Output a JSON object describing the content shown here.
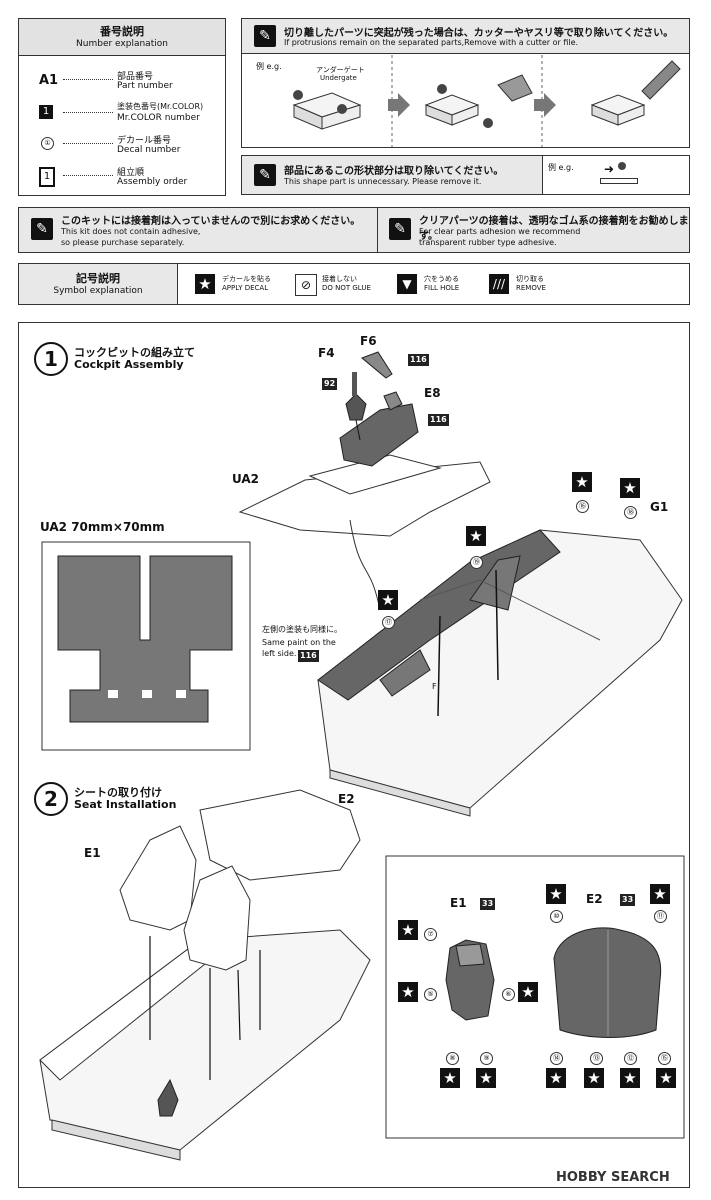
{
  "number_explanation": {
    "title_jp": "番号説明",
    "title_en": "Number explanation",
    "rows": [
      {
        "key": "A1",
        "jp": "部品番号",
        "en": "Part number"
      },
      {
        "key": "1",
        "jp": "塗装色番号(Mr.COLOR)",
        "en": "Mr.COLOR number"
      },
      {
        "key": "①",
        "jp": "デカール番号",
        "en": "Decal number"
      },
      {
        "key": "1",
        "jp": "組立順",
        "en": "Assembly order"
      }
    ]
  },
  "protrusion_note": {
    "jp": "切り離したパーツに突起が残った場合は、カッターやヤスリ等で取り除いてください。",
    "en": "If protrusions remain on the separated parts,Remove with a cutter or file.",
    "eg": "例 e.g.",
    "undergate_jp": "アンダーゲート",
    "undergate_en": "Undergate"
  },
  "shape_note": {
    "jp": "部品にあるこの形状部分は取り除いてください。",
    "en": "This shape part is unnecessary. Please remove it.",
    "eg": "例 e.g."
  },
  "adhesive_note": {
    "jp": "このキットには接着剤は入っていませんので別にお求めください。",
    "en_1": "This kit does not contain adhesive,",
    "en_2": "so please purchase separately."
  },
  "clear_parts_note": {
    "jp": "クリアパーツの接着は、透明なゴム系の接着剤をお勧めします。",
    "en_1": "For clear parts adhesion we recommend",
    "en_2": "transparent rubber type adhesive."
  },
  "symbol_explanation": {
    "title_jp": "記号説明",
    "title_en": "Symbol explanation",
    "items": [
      {
        "jp": "デカールを貼る",
        "en": "APPLY DECAL"
      },
      {
        "jp": "接着しない",
        "en": "DO NOT GLUE"
      },
      {
        "jp": "穴をうめる",
        "en": "FILL HOLE"
      },
      {
        "jp": "切り取る",
        "en": "REMOVE"
      }
    ]
  },
  "step1": {
    "num": "1",
    "title_jp": "コックピットの組み立て",
    "title_en": "Cockpit Assembly",
    "parts": {
      "f4": "F4",
      "f6": "F6",
      "e8": "E8",
      "ua2": "UA2",
      "g1": "G1"
    },
    "colors": {
      "c116a": "116",
      "c116b": "116",
      "c92": "92",
      "c116c": "116"
    },
    "decals": {
      "d16": "⑯",
      "d18": "⑱",
      "d19": "⑲",
      "d17": "⑰"
    },
    "ua2_title": "UA2 70mm×70mm",
    "left_side_jp": "左側の塗装も同様に。",
    "left_side_en_1": "Same paint on the",
    "left_side_en_2": "left side.",
    "floor_label": "F"
  },
  "step2": {
    "num": "2",
    "title_jp": "シートの取り付け",
    "title_en": "Seat Installation",
    "parts": {
      "e1": "E1",
      "e2": "E2",
      "e1_detail": "E1",
      "e2_detail": "E2"
    },
    "colors": {
      "c33a": "33",
      "c33b": "33"
    },
    "decals": {
      "d7": "⑦",
      "d5": "⑤",
      "d6": "⑥",
      "d8": "⑧",
      "d9": "⑨",
      "d10": "⑩",
      "d11": "⑪",
      "d14": "⑭",
      "d13": "⑬",
      "d12": "⑫",
      "d15": "⑮"
    }
  },
  "watermark": "HOBBY SEARCH",
  "icons": [
    "warning-icon",
    "star-icon",
    "no-glue-icon",
    "fill-hole-icon",
    "remove-icon",
    "arrow-icon"
  ]
}
